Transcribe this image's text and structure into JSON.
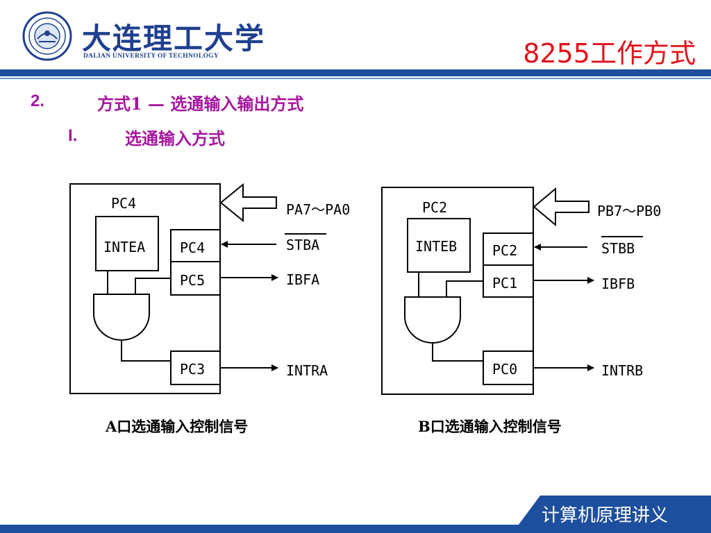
{
  "header": {
    "logo_cn": "大连理工大学",
    "logo_en": "DALIAN UNIVERSITY OF TECHNOLOGY",
    "title": "8255工作方式"
  },
  "headings": {
    "h1_number": "2.",
    "h1_text": "方式1 — 选通输入输出方式",
    "h2_number": "I.",
    "h2_text": "选通输入方式"
  },
  "diagram_a": {
    "caption": "A口选通输入控制信号",
    "inte_label": "INTEA",
    "inte_pin": "PC4",
    "pin_top": "PC4",
    "pin_mid": "PC5",
    "pin_bottom": "PC3",
    "data_bus": "PA7～PA0",
    "strobe": "STBA",
    "ibf": "IBFA",
    "intr": "INTRA"
  },
  "diagram_b": {
    "caption": "B口选通输入控制信号",
    "inte_label": "INTEB",
    "inte_pin": "PC2",
    "pin_top": "PC2",
    "pin_mid": "PC1",
    "pin_bottom": "PC0",
    "data_bus": "PB7～PB0",
    "strobe": "STBB",
    "ibf": "IBFB",
    "intr": "INTRB"
  },
  "footer": {
    "label": "计算机原理讲义"
  },
  "colors": {
    "brand_blue": "#1d4f9e",
    "title_red": "#e0141b",
    "heading_purple": "#a5169e"
  },
  "icons": {
    "logo": "university-seal-icon",
    "bus_arrow": "hollow-left-arrow-icon",
    "signal_arrow": "filled-arrow-icon",
    "gate": "and-gate-icon"
  }
}
